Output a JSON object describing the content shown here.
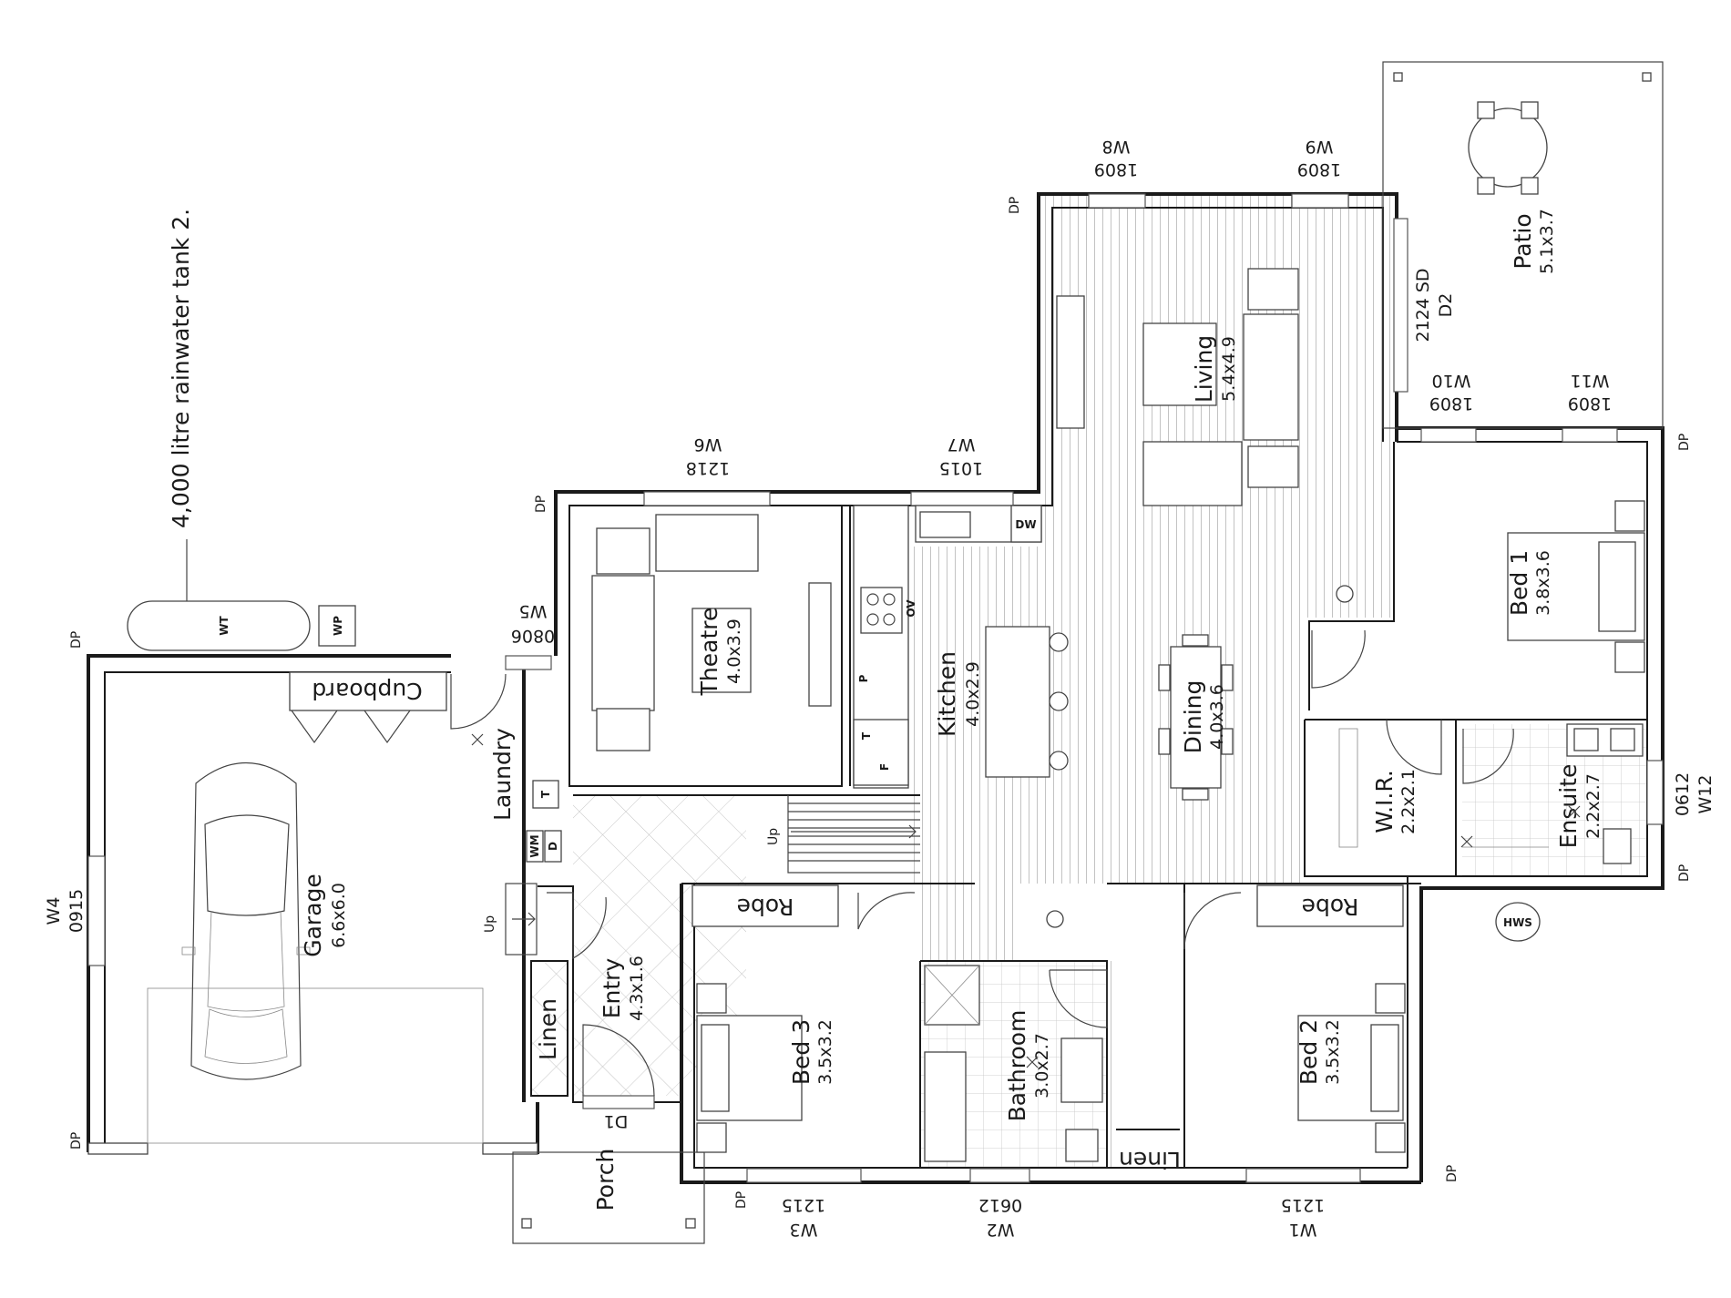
{
  "tank_note": "4,000 litre rainwater tank 2.",
  "tank_labels": {
    "tank": "WT",
    "pump": "WP",
    "hot_water": "HWS"
  },
  "rooms": {
    "garage": {
      "name": "Garage",
      "dim": "6.6x6.0"
    },
    "laundry": {
      "name": "Laundry"
    },
    "cupboard": {
      "name": "Cupboard"
    },
    "theatre": {
      "name": "Theatre",
      "dim": "4.0x3.9"
    },
    "kitchen": {
      "name": "Kitchen",
      "dim": "4.0x2.9"
    },
    "living": {
      "name": "Living",
      "dim": "5.4x4.9"
    },
    "dining": {
      "name": "Dining",
      "dim": "4.0x3.6"
    },
    "patio": {
      "name": "Patio",
      "dim": "5.1x3.7"
    },
    "bed1": {
      "name": "Bed 1",
      "dim": "3.8x3.6"
    },
    "wir": {
      "name": "W.I.R.",
      "dim": "2.2x2.1"
    },
    "ensuite": {
      "name": "Ensuite",
      "dim": "2.2x2.7"
    },
    "entry": {
      "name": "Entry",
      "dim": "4.3x1.6"
    },
    "linen1": {
      "name": "Linen"
    },
    "linen2": {
      "name": "Linen"
    },
    "bed3": {
      "name": "Bed 3",
      "dim": "3.5x3.2"
    },
    "bathroom": {
      "name": "Bathroom",
      "dim": "3.0x2.7"
    },
    "bed2": {
      "name": "Bed 2",
      "dim": "3.5x3.2"
    },
    "porch": {
      "name": "Porch"
    },
    "robe1": {
      "name": "Robe"
    },
    "robe2": {
      "name": "Robe"
    }
  },
  "windows": {
    "w1": {
      "id": "W1",
      "size": "1215"
    },
    "w2": {
      "id": "W2",
      "size": "0612"
    },
    "w3": {
      "id": "W3",
      "size": "1215"
    },
    "w4": {
      "id": "W4",
      "size": "0915"
    },
    "w5": {
      "id": "W5",
      "size": "0806"
    },
    "w6": {
      "id": "W6",
      "size": "1218"
    },
    "w7": {
      "id": "W7",
      "size": "1015"
    },
    "w8": {
      "id": "W8",
      "size": "1809"
    },
    "w9": {
      "id": "W9",
      "size": "1809"
    },
    "w10": {
      "id": "W10",
      "size": "1809"
    },
    "w11": {
      "id": "W11",
      "size": "1809"
    },
    "w12": {
      "id": "W12",
      "size": "0612"
    }
  },
  "doors": {
    "d1": "D1",
    "d2_size": "2124 SD",
    "d2": "D2"
  },
  "appliances": {
    "dw": "DW",
    "ov": "OV",
    "pantry": "P",
    "fridge": "F",
    "tub": "T",
    "tub2": "T",
    "washer": "WM",
    "dryer": "D"
  },
  "stair_labels": {
    "up_garage": "Up",
    "up_stair": "Up"
  },
  "downpipe": "DP"
}
